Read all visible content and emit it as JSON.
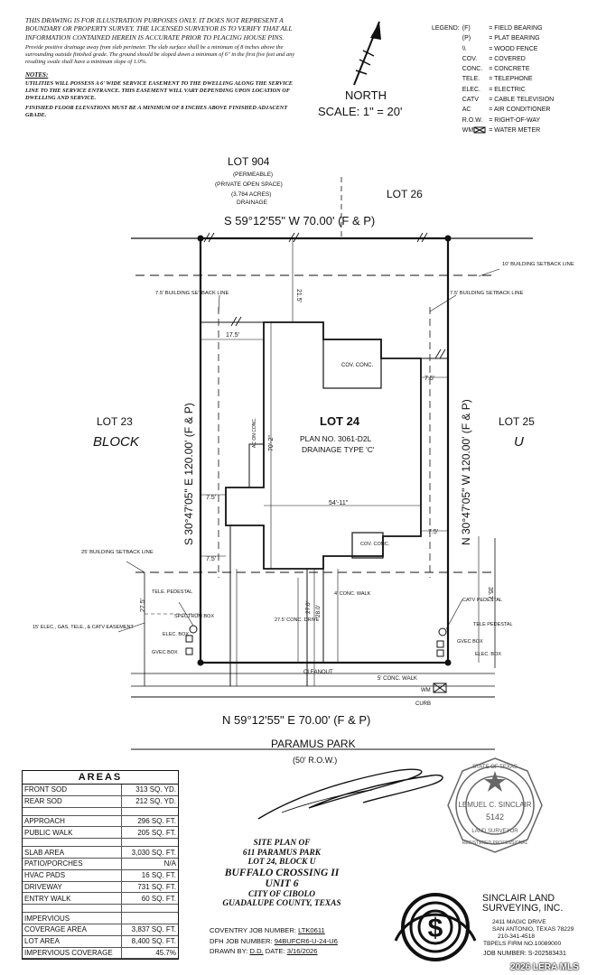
{
  "disclaimer": {
    "main": "THIS DRAWING IS FOR ILLUSTRATION PURPOSES ONLY. IT DOES NOT REPRESENT A BOUNDARY OR PROPERTY SURVEY. THE LICENSED SURVEYOR IS TO VERIFY THAT ALL INFORMATION CONTAINED HEREIN IS ACCURATE PRIOR TO PLACING HOUSE PINS.",
    "drainage": "Provide positive drainage away from slab perimeter. The slab surface shall be a minimum of 8 inches above the surrounding outside finished grade. The ground should be sloped down a minimum of 6\" in the first five feet and any resulting swale shall have a minimum slope of 1.0%.",
    "notes_heading": "NOTES:",
    "note1": "UTILITIES WILL POSSESS A 6' WIDE SERVICE EASEMENT TO THE DWELLING ALONG THE SERVICE LINE TO THE SERVICE ENTRANCE. THIS EASEMENT WILL VARY DEPENDING UPON LOCATION OF DWELLING AND SERVICE.",
    "note2": "FINISHED FLOOR ELEVATIONS MUST BE A MINIMUM OF 8 INCHES ABOVE FINISHED ADJACENT GRADE."
  },
  "legend": {
    "title": "LEGEND:",
    "items": [
      {
        "code": "(F)",
        "desc": "= FIELD BEARING"
      },
      {
        "code": "(P)",
        "desc": "= PLAT BEARING"
      },
      {
        "code": "\\\\",
        "desc": "= WOOD FENCE"
      },
      {
        "code": "COV.",
        "desc": "= COVERED"
      },
      {
        "code": "CONC.",
        "desc": "= CONCRETE"
      },
      {
        "code": "TELE.",
        "desc": "= TELEPHONE"
      },
      {
        "code": "ELEC.",
        "desc": "= ELECTRIC"
      },
      {
        "code": "CATV",
        "desc": "= CABLE TELEVISION"
      },
      {
        "code": "AC",
        "desc": "= AIR CONDITIONER"
      },
      {
        "code": "R.O.W.",
        "desc": "= RIGHT-OF-WAY"
      },
      {
        "code": "WM",
        "desc": "= WATER METER"
      }
    ]
  },
  "north": {
    "label": "NORTH",
    "scale": "SCALE: 1\" = 20'"
  },
  "plan": {
    "lot_904": "LOT 904",
    "permeable": "(PERMEABLE)",
    "open_space": "(PRIVATE OPEN SPACE)",
    "acres": "(3.784 ACRES)",
    "drainage": "DRAINAGE",
    "lot_26": "LOT 26",
    "north_bearing": "S 59°12'55\" W 70.00' (F & P)",
    "south_bearing": "N 59°12'55\" E 70.00' (F & P)",
    "west_bearing": "S 30°47'05\" E 120.00' (F & P)",
    "east_bearing": "N 30°47'05\" W 120.00' (F & P)",
    "rear_setback": "10' BUILDING SETBACK LINE",
    "side_setback_left": "7.5' BUILDING SETBACK LINE",
    "side_setback_right": "7.5' BUILDING SETBACK LINE",
    "front_setback": "25' BUILDING SETBACK LINE",
    "lot_23": "LOT 23",
    "block": "BLOCK",
    "lot_25": "LOT 25",
    "block_u": "U",
    "lot_24": "LOT 24",
    "plan_no": "PLAN NO. 3061-D2L",
    "drainage_type": "DRAINAGE TYPE 'C'",
    "cov_conc": "COV. CONC.",
    "ac_on_conc": "AC ON CONC.",
    "dim_rear": "21.5'",
    "dim_17_5": "17.5'",
    "dim_7_5": "7.5'",
    "dim_70_2": "70'-2\"",
    "dim_54_11": "54'-11\"",
    "dim_27_5": "27.5'",
    "dim_27_0": "27.0'",
    "dim_28_0": "28.0'",
    "dim_35_7": "35.7'",
    "tele_pedestal": "TELE. PEDESTAL",
    "spectrum_box": "SPECTRUM BOX",
    "elec_box": "ELEC. BOX",
    "gvec_box": "GVEC BOX",
    "easement": "15' ELEC., GAS, TELE., & CATV EASEMENT",
    "conc_walk_4": "4' CONC. WALK",
    "conc_drive": "27.5' CONC. DRIVE",
    "catv_pedestal": "CATV PEDESTAL",
    "tele_pedestal_r": "TELE PEDESTAL",
    "gvec_box_r": "GVEC BOX",
    "elec_box_r": "ELEC. BOX",
    "cleanout": "CLEANOUT",
    "conc_walk_5": "5' CONC. WALK",
    "wm": "WM",
    "curb": "CURB",
    "street": "PARAMUS PARK",
    "row": "(50' R.O.W.)"
  },
  "seal": {
    "state": "STATE OF TEXAS",
    "name": "LEMUEL C. SINCLAIR",
    "number": "5142",
    "profession": "LAND SURVEYOR",
    "prof_line": "REGISTERED PROFESSIONAL"
  },
  "areas": {
    "title": "AREAS",
    "rows": [
      {
        "label": "FRONT SOD",
        "value": "313 SQ. YD."
      },
      {
        "label": "REAR SOD",
        "value": "212 SQ. YD."
      },
      {
        "label": "",
        "value": ""
      },
      {
        "label": "APPROACH",
        "value": "296 SQ. FT."
      },
      {
        "label": "PUBLIC WALK",
        "value": "205 SQ. FT."
      },
      {
        "label": "",
        "value": ""
      },
      {
        "label": "SLAB AREA",
        "value": "3,030 SQ. FT."
      },
      {
        "label": "PATIO/PORCHES",
        "value": "N/A"
      },
      {
        "label": "HVAC PADS",
        "value": "16 SQ. FT."
      },
      {
        "label": "DRIVEWAY",
        "value": "731 SQ. FT."
      },
      {
        "label": "ENTRY WALK",
        "value": "60 SQ. FT."
      },
      {
        "label": "",
        "value": ""
      },
      {
        "label": "IMPERVIOUS",
        "value": ""
      },
      {
        "label": "COVERAGE AREA",
        "value": "3,837 SQ. FT."
      },
      {
        "label": "LOT AREA",
        "value": "8,400 SQ. FT."
      },
      {
        "label": "IMPERVIOUS COVERAGE",
        "value": "45.7%"
      }
    ]
  },
  "title_block": {
    "line1": "SITE PLAN OF",
    "line2": "611 PARAMUS PARK",
    "line3": "LOT 24, BLOCK U",
    "line4": "BUFFALO CROSSING II",
    "line5": "UNIT 6",
    "line6": "CITY OF CIBOLO",
    "line7": "GUADALUPE COUNTY, TEXAS"
  },
  "jobs": {
    "coventry_label": "COVENTRY JOB NUMBER:",
    "coventry_value": "LTK0611",
    "dfh_label": "DFH JOB NUMBER:",
    "dfh_value": "94BUFCR6-U-24-U6",
    "drawn_label": "DRAWN BY:",
    "drawn_value": "D.D.",
    "date_label": "DATE:",
    "date_value": "3/16/2026"
  },
  "company": {
    "name1": "SINCLAIR LAND",
    "name2": "SURVEYING, INC.",
    "address1": "2411 MAGIC DRIVE",
    "address2": "SAN ANTONIO, TEXAS 78229",
    "phone": "210-341-4518",
    "tbpels": "TBPELS FIRM NO.10089000",
    "job_label": "JOB NUMBER:",
    "job_value": "S-202583431"
  },
  "watermark": "2026 LERA MLS"
}
